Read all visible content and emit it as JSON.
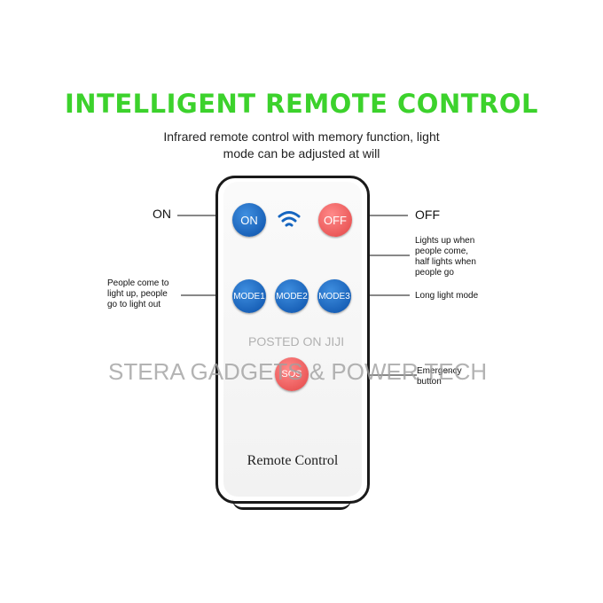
{
  "header": {
    "title": "INTELLIGENT REMOTE CONTROL",
    "subtitle_line1": "Infrared remote control with memory function, light",
    "subtitle_line2": "mode can be adjusted at will"
  },
  "remote": {
    "buttons": {
      "on": "ON",
      "off": "OFF",
      "mode1": "MODE1",
      "mode2": "MODE2",
      "mode3": "MODE3",
      "sos": "SOS"
    },
    "label": "Remote Control"
  },
  "annotations": {
    "on": "ON",
    "off": "OFF",
    "mode2_line1": "Lights up when",
    "mode2_line2": "people come,",
    "mode2_line3": "half lights when",
    "mode2_line4": "people go",
    "mode1_line1": "People come to",
    "mode1_line2": "light up, people",
    "mode1_line3": "go to light out",
    "mode3": "Long light mode",
    "sos_line1": "Emergency",
    "sos_line2": "button"
  },
  "watermark": {
    "line1": "POSTED ON JIJI",
    "line2": "STERA GADGETS & POWER TECH"
  },
  "colors": {
    "title_green": "#3cd22c",
    "button_blue": "#0a4fa8",
    "button_red": "#e34545",
    "wifi_blue": "#1565c0"
  },
  "icons": {
    "wifi": "wifi-icon"
  }
}
